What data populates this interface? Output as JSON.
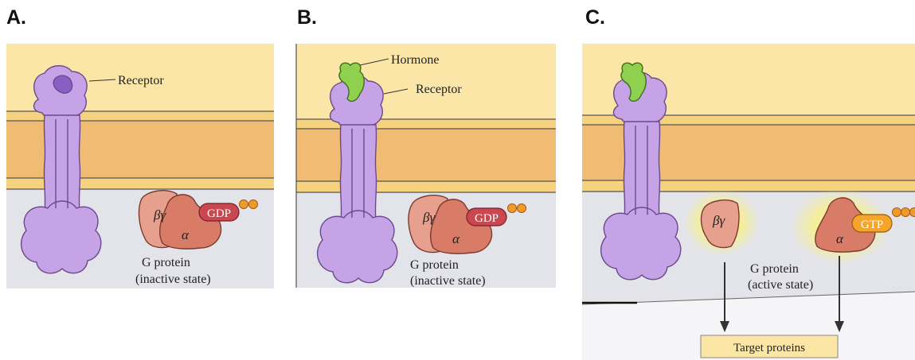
{
  "panels": [
    {
      "letter": "A.",
      "labels": {
        "receptor": "Receptor",
        "g_protein": "G protein",
        "state": "(inactive state)"
      },
      "subunits": {
        "beta_gamma": "βγ",
        "alpha": "α"
      },
      "nucleotide": "GDP"
    },
    {
      "letter": "B.",
      "labels": {
        "hormone": "Hormone",
        "receptor": "Receptor",
        "g_protein": "G protein",
        "state": "(inactive state)"
      },
      "subunits": {
        "beta_gamma": "βγ",
        "alpha": "α"
      },
      "nucleotide": "GDP"
    },
    {
      "letter": "C.",
      "labels": {
        "g_protein": "G protein",
        "state": "(active state)",
        "target": "Target proteins"
      },
      "subunits": {
        "beta_gamma": "βγ",
        "alpha": "α"
      },
      "nucleotide": "GTP"
    }
  ],
  "colors": {
    "extracellular": "#fbe6a8",
    "membrane_edge": "#f6d27e",
    "membrane_core": "#f0bb72",
    "cytoplasm": "#e3e3ea",
    "receptor": "#c5a3e6",
    "receptor_stroke": "#6b4a8a",
    "hormone": "#8fd14f",
    "g_protein": "#dd8672",
    "g_protein_stroke": "#7a3b2e",
    "gdp_pill": "#c9474f",
    "gtp_pill": "#f4a52a",
    "phosphate": "#f19a2c",
    "glow": "#fff56a",
    "target_box": "#fce6a6"
  }
}
